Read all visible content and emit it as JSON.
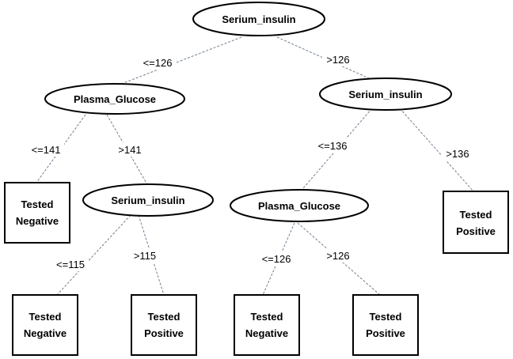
{
  "tree": {
    "nodes": {
      "root": {
        "label": "Serium_insulin"
      },
      "left_glucose": {
        "label": "Plasma_Glucose"
      },
      "right_insulin": {
        "label": "Serium_insulin"
      },
      "mid_insulin": {
        "label": "Serium_insulin"
      },
      "right_glucose": {
        "label": "Plasma_Glucose"
      },
      "leaf_ll": {
        "line1": "Tested",
        "line2": "Negative"
      },
      "leaf_rr": {
        "line1": "Tested",
        "line2": "Positive"
      },
      "leaf_mid_neg": {
        "line1": "Tested",
        "line2": "Negative"
      },
      "leaf_mid_pos": {
        "line1": "Tested",
        "line2": "Positive"
      },
      "leaf_rg_neg": {
        "line1": "Tested",
        "line2": "Negative"
      },
      "leaf_rg_pos": {
        "line1": "Tested",
        "line2": "Positive"
      }
    },
    "edges": {
      "root_left": "<=126",
      "root_right": ">126",
      "lg_left": "<=141",
      "lg_right": ">141",
      "ri_left": "<=136",
      "ri_right": ">136",
      "mi_left": "<=115",
      "mi_right": ">115",
      "rg_left": "<=126",
      "rg_right": ">126"
    }
  }
}
